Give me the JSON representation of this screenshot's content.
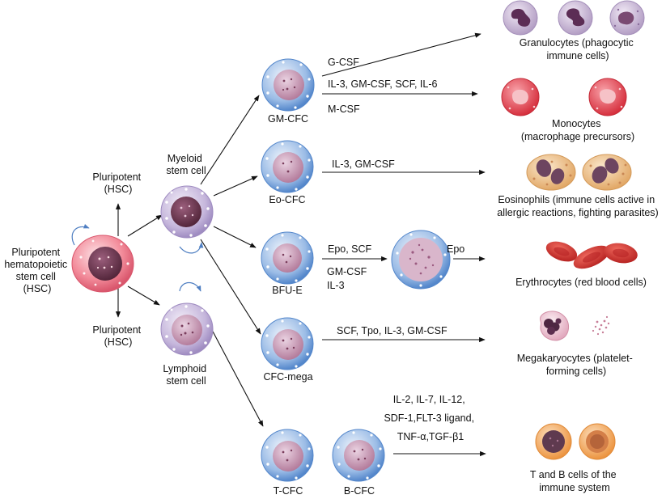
{
  "cells": {
    "hsc_title": [
      "Pluripotent",
      "hematopoietic",
      "stem cell",
      "(HSC)"
    ],
    "pluri_top": [
      "Pluripotent",
      "(HSC)"
    ],
    "pluri_bottom": [
      "Pluripotent",
      "(HSC)"
    ],
    "myeloid": [
      "Myeloid",
      "stem cell"
    ],
    "lymphoid": [
      "Lymphoid",
      "stem cell"
    ],
    "gm_cfc": "GM-CFC",
    "eo_cfc": "Eo-CFC",
    "bfu_e": "BFU-E",
    "cfc_mega": "CFC-mega",
    "t_cfc": "T-CFC",
    "b_cfc": "B-CFC"
  },
  "factors": {
    "g_csf": "G-CSF",
    "gm_line": "IL-3, GM-CSF, SCF, IL-6",
    "m_csf": "M-CSF",
    "eo": "IL-3, GM-CSF",
    "epo_scf": "Epo, SCF",
    "gm_csf": "GM-CSF",
    "il3": "IL-3",
    "epo": "Epo",
    "mega": "SCF, Tpo, IL-3, GM-CSF",
    "lymph": [
      "IL-2, IL-7, IL-12,",
      "SDF-1,FLT-3 ligand,",
      "TNF-α,TGF-β1"
    ]
  },
  "outcomes": {
    "granulocytes": [
      "Granulocytes (phagocytic",
      "immune cells)"
    ],
    "monocytes": [
      "Monocytes",
      "(macrophage precursors)"
    ],
    "eosinophils": [
      "Eosinophils (immune cells active in",
      "allergic reactions, fighting parasites)"
    ],
    "erythrocytes": "Erythrocytes (red blood cells)",
    "megakaryocytes": [
      "Megakaryocytes (platelet-",
      "forming cells)"
    ],
    "tb_cells": [
      "T and B cells of the",
      "immune system"
    ]
  },
  "colors": {
    "hsc_membrane": "#e46e82",
    "purple_membrane": "#b6a4cf",
    "blue_membrane": "#5c8fd0",
    "nucleus_dark": "#5b2d43",
    "nucleus_light": "#b77ea0",
    "granulocyte": "#c9b5d4",
    "monocyte": "#e8424e",
    "eosinophil": "#edc08a",
    "erythrocyte": "#d42f2d",
    "megakaryocyte": "#e8bccb",
    "lymph_cell": "#f0a65a",
    "self_renew_arrow": "#4f7fc2"
  }
}
